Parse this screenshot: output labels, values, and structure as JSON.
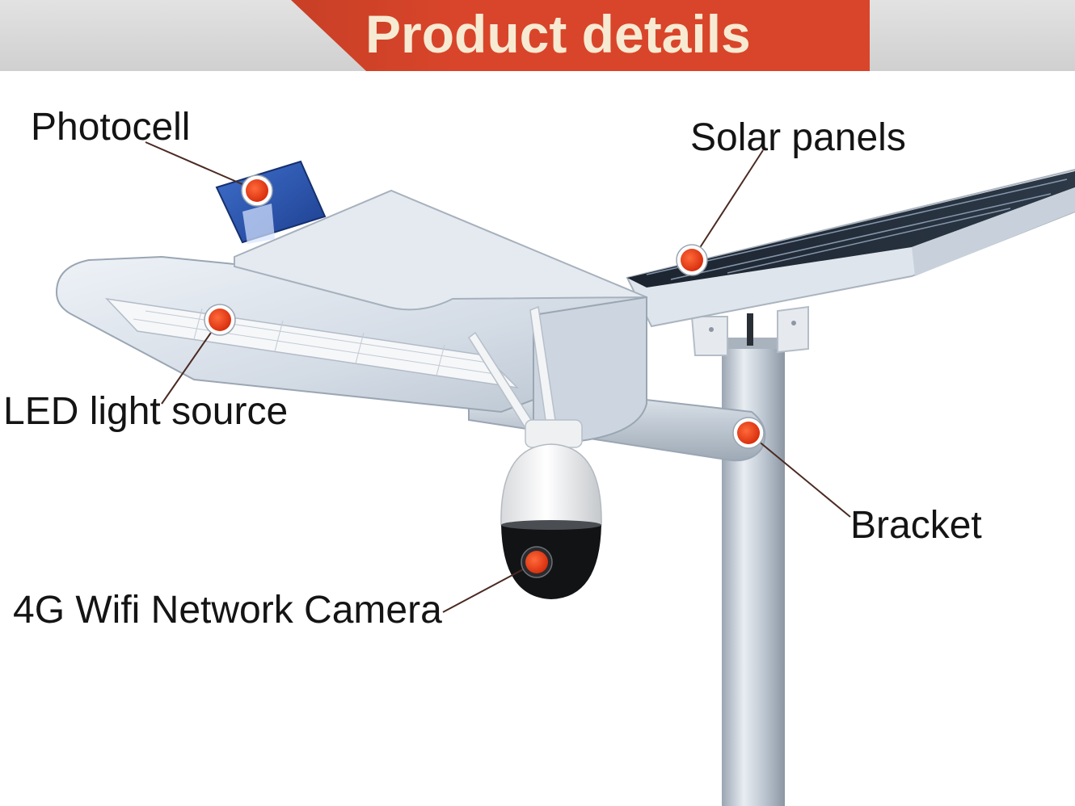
{
  "header": {
    "title": "Product details"
  },
  "callouts": {
    "photocell": "Photocell",
    "solar_panels": "Solar panels",
    "led_light_source": "LED light source",
    "bracket": "Bracket",
    "camera": "4G Wifi Network Camera"
  },
  "colors": {
    "banner": "#d9452a",
    "banner_text": "#f7ead2",
    "marker": "#e8401c",
    "lamp_body": "#d6dee8",
    "solar_cell": "#1e2733",
    "photocell_blue": "#2a5bb5"
  }
}
